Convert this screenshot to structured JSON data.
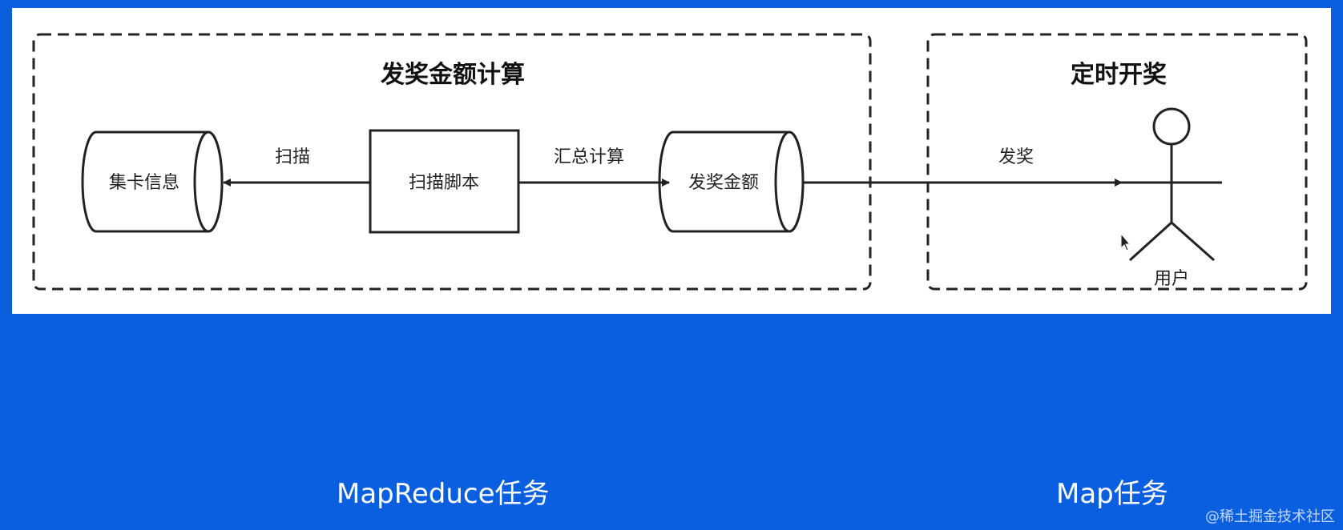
{
  "colors": {
    "background": "#0a5fe0",
    "panel": "#ffffff",
    "ink": "#222222"
  },
  "groups": {
    "mapreduce_title": "发奖金额计算",
    "timer_title": "定时开奖"
  },
  "nodes": {
    "card_info": "集卡信息",
    "scan_script": "扫描脚本",
    "prize_amount": "发奖金额",
    "user": "用户"
  },
  "edges": {
    "scan": "扫描",
    "aggregate": "汇总计算",
    "award": "发奖"
  },
  "captions": {
    "mapreduce": "MapReduce任务",
    "map": "Map任务"
  },
  "watermark": "@稀土掘金技术社区",
  "icons": {
    "actor": "stick-figure-icon",
    "pointer": "cursor-arrow-icon"
  }
}
